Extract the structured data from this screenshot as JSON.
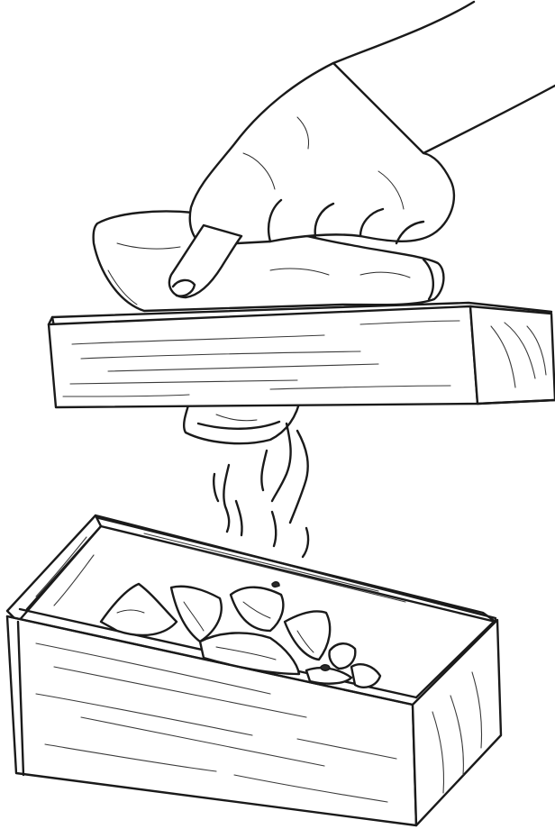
{
  "illustration": {
    "style": "black-and-white pen sketch",
    "ink_color": "#1a1a1a",
    "background_color": "#ffffff",
    "subjects": [
      "hand",
      "grater-board",
      "sweet-potato",
      "falling-shreds",
      "wooden-box",
      "grated-pieces"
    ]
  }
}
